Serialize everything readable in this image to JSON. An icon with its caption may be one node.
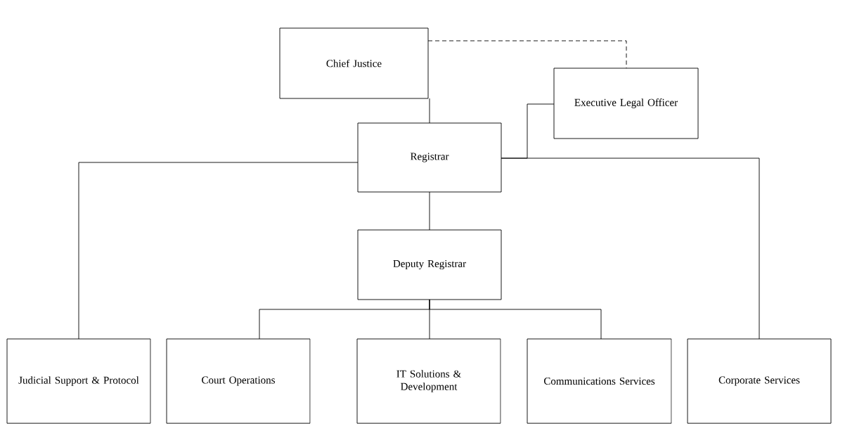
{
  "diagram": {
    "nodes": [
      {
        "text": [
          "Chief Justice"
        ]
      },
      {
        "text": [
          "Executive Legal Officer"
        ]
      },
      {
        "text": [
          "Registrar"
        ]
      },
      {
        "text": [
          "Deputy Registrar"
        ]
      },
      {
        "text": [
          "Judicial Support & Protocol"
        ]
      },
      {
        "text": [
          "Court Operations"
        ]
      },
      {
        "text": [
          "IT Solutions & Development"
        ]
      },
      {
        "text": [
          "Communications Services"
        ]
      },
      {
        "text": [
          "Corporate Services"
        ]
      }
    ],
    "edges": [
      {
        "from": 0,
        "to": 2,
        "arrow": "none"
      },
      {
        "from": 0,
        "to": 1,
        "arrow": "none",
        "style": "dashed"
      },
      {
        "from": 2,
        "to": 1,
        "arrow": "none"
      },
      {
        "from": 2,
        "to": 3,
        "arrow": "none"
      },
      {
        "from": 2,
        "to": 4,
        "arrow": "none"
      },
      {
        "from": 2,
        "to": 8,
        "arrow": "none"
      },
      {
        "from": 3,
        "to": 5,
        "arrow": "none"
      },
      {
        "from": 3,
        "to": 6,
        "arrow": "none"
      },
      {
        "from": 3,
        "to": 7,
        "arrow": "none"
      }
    ]
  }
}
